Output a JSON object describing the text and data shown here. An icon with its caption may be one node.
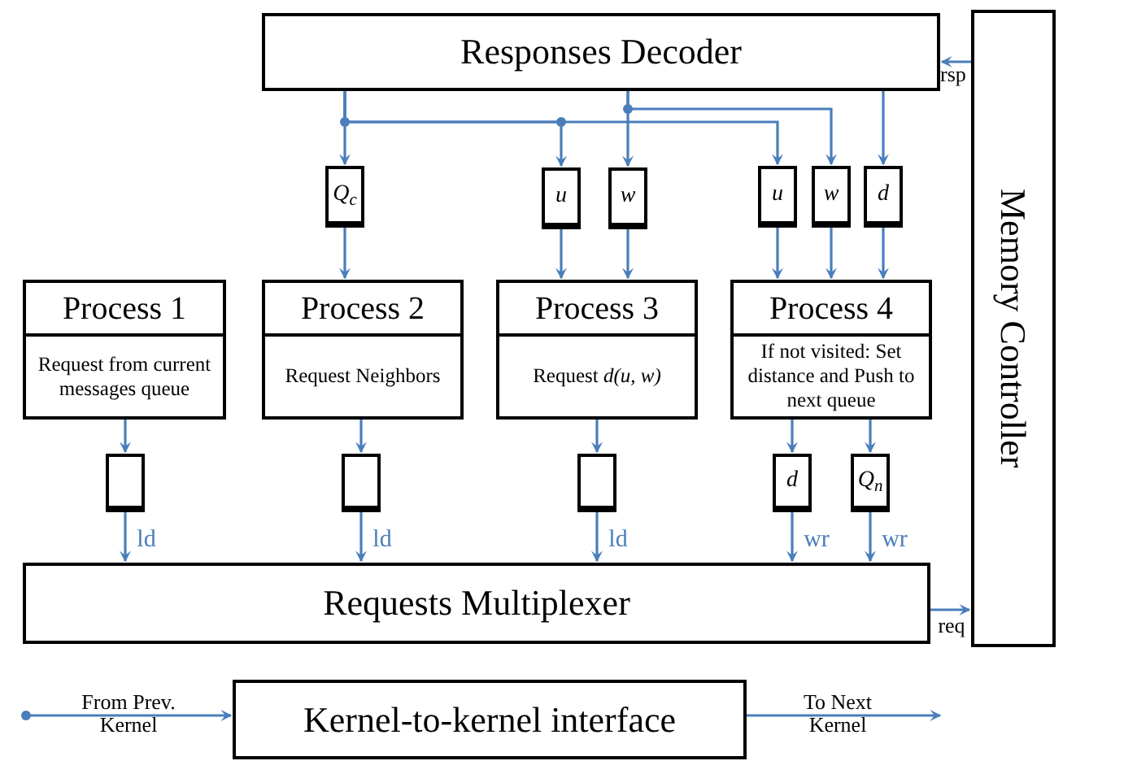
{
  "diagram": {
    "nodes": [
      {
        "text": [
          "Responses Decoder"
        ]
      },
      {
        "text": [
          "Memory Controller"
        ]
      },
      {
        "text": [
          "Q$_{c}$"
        ]
      },
      {
        "text": [
          "u"
        ]
      },
      {
        "text": [
          "w"
        ]
      },
      {
        "text": [
          "u"
        ]
      },
      {
        "text": [
          "w"
        ]
      },
      {
        "text": [
          "d"
        ]
      },
      {
        "text": [
          "Process 1",
          "Request from current messages queue"
        ]
      },
      {
        "text": [
          "Process 2",
          "Request Neighbors"
        ]
      },
      {
        "text": [
          "Process 3",
          "Request *d(u, w)*"
        ]
      },
      {
        "text": [
          "Process 4",
          "If not visited: Set distance and Push to next queue"
        ]
      },
      {
        "text": [],
        "shape": "box"
      },
      {
        "text": [],
        "shape": "box"
      },
      {
        "text": [],
        "shape": "box"
      },
      {
        "text": [
          "d"
        ]
      },
      {
        "text": [
          "Q$_{n}$"
        ]
      },
      {
        "text": [
          "Requests Multiplexer"
        ]
      },
      {
        "text": [
          "Kernel-to-kernel interface"
        ]
      }
    ],
    "edges": [
      {
        "from": 1,
        "to": 0,
        "arrow": "to",
        "label": "rsp"
      },
      {
        "from": 0,
        "to": 2,
        "arrow": "to"
      },
      {
        "from": 0,
        "to": 3,
        "arrow": "to"
      },
      {
        "from": 0,
        "to": 5,
        "arrow": "to"
      },
      {
        "from": 0,
        "to": 4,
        "arrow": "to"
      },
      {
        "from": 0,
        "to": 6,
        "arrow": "to"
      },
      {
        "from": 0,
        "to": 7,
        "arrow": "to"
      },
      {
        "from": 2,
        "to": 9,
        "arrow": "to"
      },
      {
        "from": 3,
        "to": 10,
        "arrow": "to"
      },
      {
        "from": 4,
        "to": 10,
        "arrow": "to"
      },
      {
        "from": 5,
        "to": 11,
        "arrow": "to"
      },
      {
        "from": 6,
        "to": 11,
        "arrow": "to"
      },
      {
        "from": 7,
        "to": 11,
        "arrow": "to"
      },
      {
        "from": 8,
        "to": 12,
        "arrow": "to"
      },
      {
        "from": 9,
        "to": 13,
        "arrow": "to"
      },
      {
        "from": 10,
        "to": 14,
        "arrow": "to"
      },
      {
        "from": 11,
        "to": 15,
        "arrow": "to"
      },
      {
        "from": 11,
        "to": 16,
        "arrow": "to"
      },
      {
        "from": 12,
        "to": 17,
        "arrow": "to",
        "label": "ld"
      },
      {
        "from": 13,
        "to": 17,
        "arrow": "to",
        "label": "ld"
      },
      {
        "from": 14,
        "to": 17,
        "arrow": "to",
        "label": "ld"
      },
      {
        "from": 15,
        "to": 17,
        "arrow": "to",
        "label": "wr"
      },
      {
        "from": 16,
        "to": 17,
        "arrow": "to",
        "label": "wr"
      },
      {
        "from": 17,
        "to": 1,
        "arrow": "to",
        "label": "req"
      },
      {
        "from": null,
        "to": 18,
        "arrow": "to",
        "label": "From Prev. Kernel"
      },
      {
        "from": 18,
        "to": null,
        "arrow": "to",
        "label": "To Next Kernel"
      }
    ]
  }
}
